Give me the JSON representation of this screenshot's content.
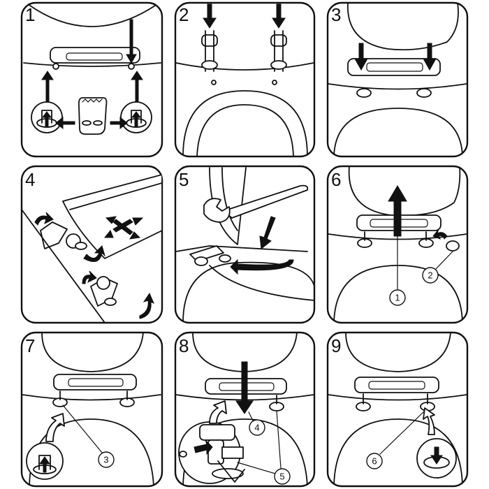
{
  "panels": [
    {
      "step": "1",
      "callouts": []
    },
    {
      "step": "2",
      "callouts": []
    },
    {
      "step": "3",
      "callouts": []
    },
    {
      "step": "4",
      "callouts": []
    },
    {
      "step": "5",
      "callouts": []
    },
    {
      "step": "6",
      "callouts": [
        "1",
        "2"
      ]
    },
    {
      "step": "7",
      "callouts": [
        "3"
      ]
    },
    {
      "step": "8",
      "callouts": [
        "4",
        "5"
      ]
    },
    {
      "step": "9",
      "callouts": [
        "6"
      ]
    }
  ],
  "colors": {
    "line": "#111111",
    "background": "#ffffff"
  }
}
